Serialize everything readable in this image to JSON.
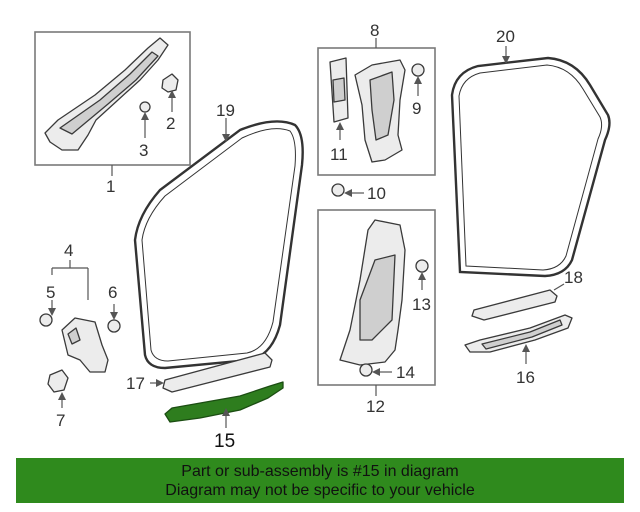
{
  "callouts": {
    "c1": "1",
    "c2": "2",
    "c3": "3",
    "c4": "4",
    "c5": "5",
    "c6": "6",
    "c7": "7",
    "c8": "8",
    "c9": "9",
    "c10": "10",
    "c11": "11",
    "c12": "12",
    "c13": "13",
    "c14": "14",
    "c15": "15",
    "c16": "16",
    "c17": "17",
    "c18": "18",
    "c19": "19",
    "c20": "20"
  },
  "banner": {
    "line1": "Part or sub-assembly is #15 in diagram",
    "line2": "Diagram may not be specific to your vehicle"
  },
  "colors": {
    "highlight": "#2e7d1e",
    "banner_bg": "#2f8a1d"
  }
}
